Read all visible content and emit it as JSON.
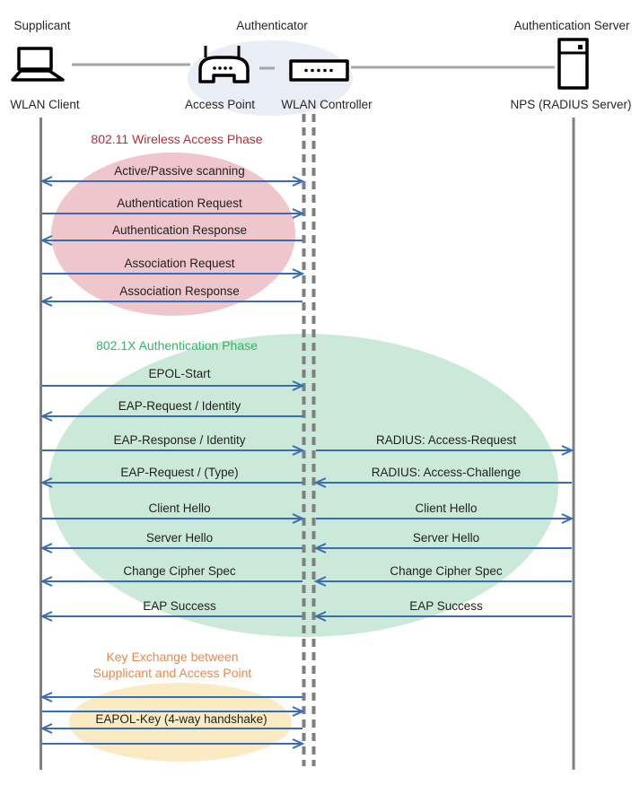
{
  "actors": {
    "supplicant": {
      "role": "Supplicant",
      "device": "WLAN Client"
    },
    "authenticator": {
      "role": "Authenticator",
      "ap": "Access Point",
      "controller": "WLAN Controller"
    },
    "auth_server": {
      "role": "Authentication Server",
      "device": "NPS (RADIUS Server)"
    }
  },
  "phase_wireless": {
    "title": "802.11 Wireless Access Phase",
    "text_color": "#B42D3C",
    "fill": "#EEC6CB"
  },
  "phase_dot1x": {
    "title": "802.1X Authentication Phase",
    "text_color": "#33B565",
    "fill": "#CBE9D9"
  },
  "phase_key": {
    "line1": "Key Exchange between",
    "line2": "Supplicant and Access Point",
    "text_color": "#E28A50",
    "fill": "#FCEBC2"
  },
  "messages": {
    "left": [
      "Active/Passive scanning",
      "Authentication Request",
      "Authentication Response",
      "Association Request",
      "Association Response",
      "EPOL-Start",
      "EAP-Request / Identity",
      "EAP-Response / Identity",
      "EAP-Request / (Type)",
      "Client Hello",
      "Server Hello",
      "Change Cipher Spec",
      "EAP Success",
      "EAPOL-Key (4-way handshake)"
    ],
    "right": [
      "RADIUS: Access-Request",
      "RADIUS: Access-Challenge",
      "Client Hello",
      "Server Hello",
      "Change Cipher Spec",
      "EAP Success"
    ]
  },
  "colors": {
    "arrow": "#3A6CB4",
    "lifeline": "#7F7F7F",
    "connector": "#A6A6A6",
    "icon": "#000000",
    "authenticator_bg": "#E9EDF5",
    "label_text": "#1F1F1F"
  }
}
